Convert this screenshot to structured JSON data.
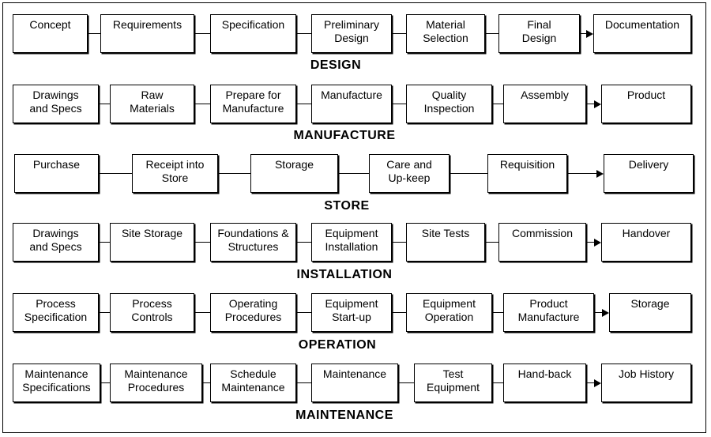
{
  "rows": [
    {
      "title": "DESIGN",
      "steps": [
        "Concept",
        "Requirements",
        "Specification",
        "Preliminary\nDesign",
        "Material\nSelection",
        "Final\nDesign",
        "Documentation"
      ]
    },
    {
      "title": "MANUFACTURE",
      "steps": [
        "Drawings\nand Specs",
        "Raw\nMaterials",
        "Prepare for\nManufacture",
        "Manufacture",
        "Quality\nInspection",
        "Assembly",
        "Product"
      ]
    },
    {
      "title": "STORE",
      "steps": [
        "Purchase",
        "Receipt into\nStore",
        "Storage",
        "Care and\nUp-keep",
        "Requisition",
        "Delivery"
      ]
    },
    {
      "title": "INSTALLATION",
      "steps": [
        "Drawings\nand Specs",
        "Site Storage",
        "Foundations &\nStructures",
        "Equipment\nInstallation",
        "Site Tests",
        "Commission",
        "Handover"
      ]
    },
    {
      "title": "OPERATION",
      "steps": [
        "Process\nSpecification",
        "Process\nControls",
        "Operating\nProcedures",
        "Equipment\nStart-up",
        "Equipment\nOperation",
        "Product\nManufacture",
        "Storage"
      ]
    },
    {
      "title": "MAINTENANCE",
      "steps": [
        "Maintenance\nSpecifications",
        "Maintenance\nProcedures",
        "Schedule\nMaintenance",
        "Maintenance",
        "Test\nEquipment",
        "Hand-back",
        "Job History"
      ]
    }
  ]
}
